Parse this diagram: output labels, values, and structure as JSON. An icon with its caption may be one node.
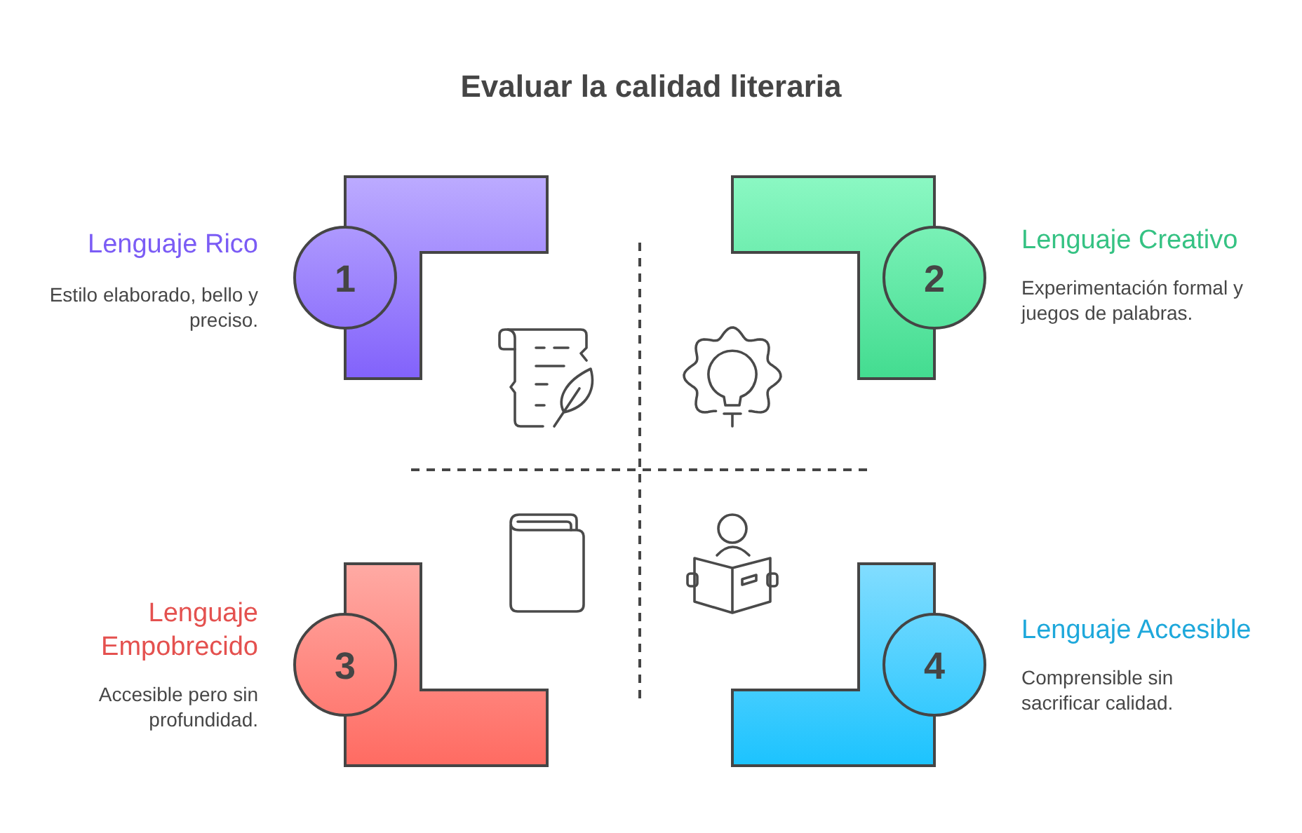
{
  "diagram": {
    "title": "Evaluar la calidad literaria",
    "nodes": [
      {
        "text": [
          "1"
        ],
        "beside": [
          "Lenguaje Rico",
          "Estilo elaborado, bello y preciso."
        ]
      },
      {
        "text": [
          "2"
        ],
        "beside": [
          "Lenguaje Creativo",
          "Experimentación formal y juegos de palabras."
        ]
      },
      {
        "text": [
          "3"
        ],
        "beside": [
          "Lenguaje Empobrecido",
          "Accesible pero sin profundidad."
        ]
      },
      {
        "text": [
          "4"
        ],
        "beside": [
          "Lenguaje Accesible",
          "Comprensible sin sacrificar calidad."
        ]
      }
    ]
  }
}
